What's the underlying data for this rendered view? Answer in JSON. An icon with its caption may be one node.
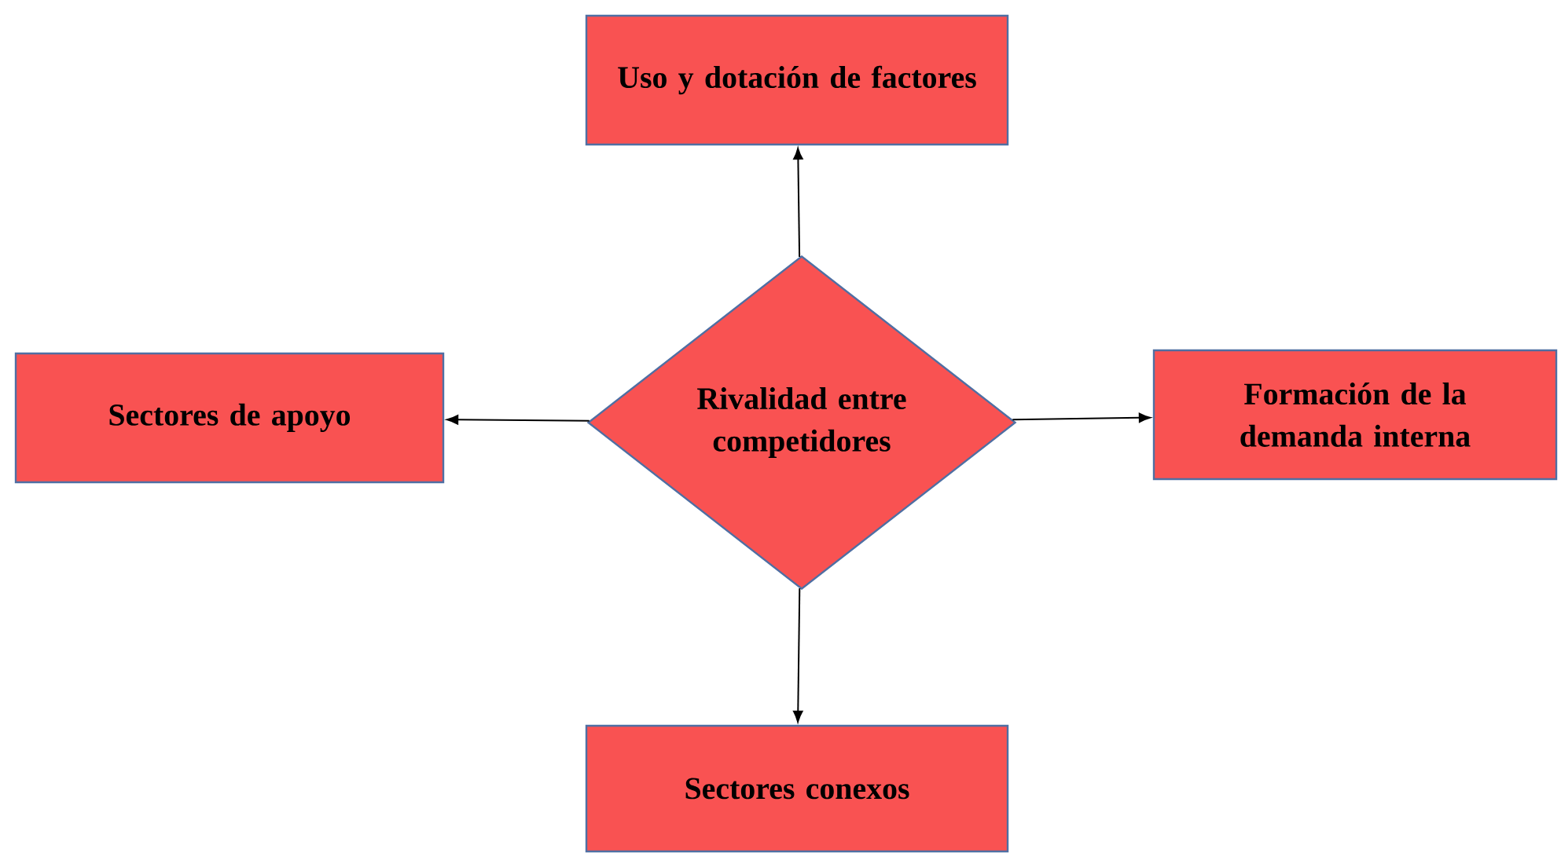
{
  "diagram": {
    "nodes": [
      {
        "text": [
          "Rivalidad  entre competidores"
        ]
      },
      {
        "text": [
          "Uso y dotación de factores"
        ]
      },
      {
        "text": [
          "Sectores de apoyo"
        ]
      },
      {
        "text": [
          "Formación de la demanda interna"
        ]
      },
      {
        "text": [
          "Sectores conexos"
        ]
      }
    ],
    "edges": [
      {
        "from": 0,
        "to": 1,
        "arrow": "to"
      },
      {
        "from": 0,
        "to": 2,
        "arrow": "to"
      },
      {
        "from": 0,
        "to": 3,
        "arrow": "to"
      },
      {
        "from": 0,
        "to": 4,
        "arrow": "to"
      }
    ]
  }
}
